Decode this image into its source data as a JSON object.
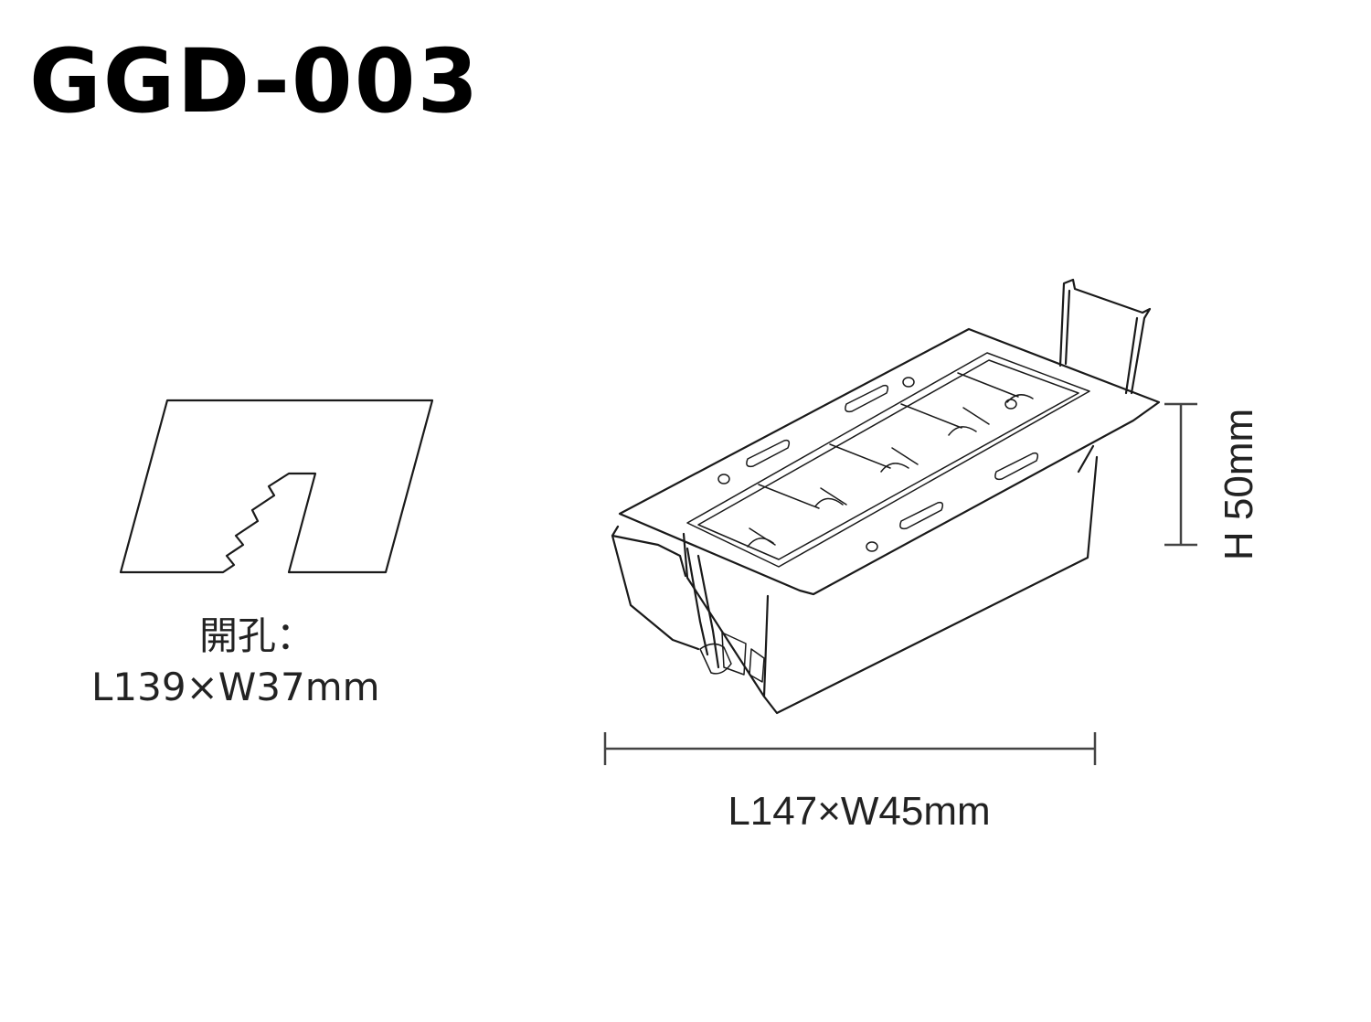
{
  "title": "GGD-003",
  "cutout": {
    "title": "開孔：",
    "dimensions": "L139×W37mm"
  },
  "product": {
    "length_width": "L147×W45mm",
    "height": "H 50mm"
  },
  "colors": {
    "line": "#1a1a1a",
    "dimension_line": "#444444",
    "text": "#222222",
    "background": "#ffffff"
  }
}
